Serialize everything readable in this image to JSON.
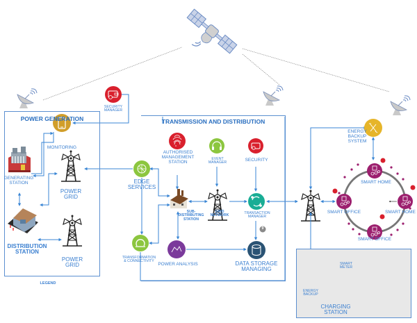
{
  "colors": {
    "line_blue": "#3a86d4",
    "box_border": "#5b8fd0",
    "label_blue": "#3a7fd0",
    "red": "#d9202d",
    "green": "#8cc63f",
    "teal": "#19ad95",
    "purple": "#7b3a9b",
    "navy": "#2a5374",
    "gold": "#e6b52a",
    "magenta": "#9c1f6e",
    "grey_ring": "#777777",
    "charging_bg": "#e8e8e8",
    "satellite": "#6a8bc4"
  },
  "power_generation": {
    "title": "POWER GENERATION",
    "monitoring": "MONITORING",
    "generating_station": [
      "GENERATING",
      "STATION"
    ],
    "power_grid_top": [
      "POWER",
      "GRID"
    ],
    "distribution_station": [
      "DISTRIBUTION",
      "STATION"
    ],
    "power_grid_bottom": [
      "POWER",
      "GRID"
    ],
    "legend": "LEGEND"
  },
  "security_manager": [
    "SECURITY",
    "MANAGER"
  ],
  "transmission": {
    "title": "TRANSMISSION AND DISTRIBUTION",
    "authorised": [
      "AUTHORISED",
      "MANAGEMENT",
      "STATION"
    ],
    "event_manager": [
      "EVENT",
      "MANAGER"
    ],
    "security": "SECURITY",
    "edge_services": [
      "EDGE",
      "SERVICES"
    ],
    "sub_distributing": [
      "SUB-",
      "DISTRIBUTING",
      "STATION"
    ],
    "grid_network": [
      "GRID",
      "NETWORK"
    ],
    "transaction_manager": [
      "TRANSACTION",
      "MANAGER"
    ],
    "badge": "9",
    "transformation": [
      "TRANSFORMATION",
      "& CONNECTIVITY"
    ],
    "power_analysis": "POWER ANALYSIS",
    "data_storage": [
      "DATA STORAGE",
      "MANAGING"
    ]
  },
  "consumers": {
    "energy_backup_system": [
      "ENERGY",
      "BACKUP",
      "SYSTEM"
    ],
    "smart_home_top": "SMART HOME",
    "smart_home_right": "SMART HOME",
    "smart_office_left": "SMART OFFICE",
    "smart_office_bottom": "SMART OFFICE"
  },
  "charging": {
    "smart_meter": [
      "SMART",
      "METER"
    ],
    "energy_backup": [
      "ENERGY",
      "BACKUP"
    ],
    "charging_station": [
      "CHARGING",
      "STATION"
    ]
  }
}
